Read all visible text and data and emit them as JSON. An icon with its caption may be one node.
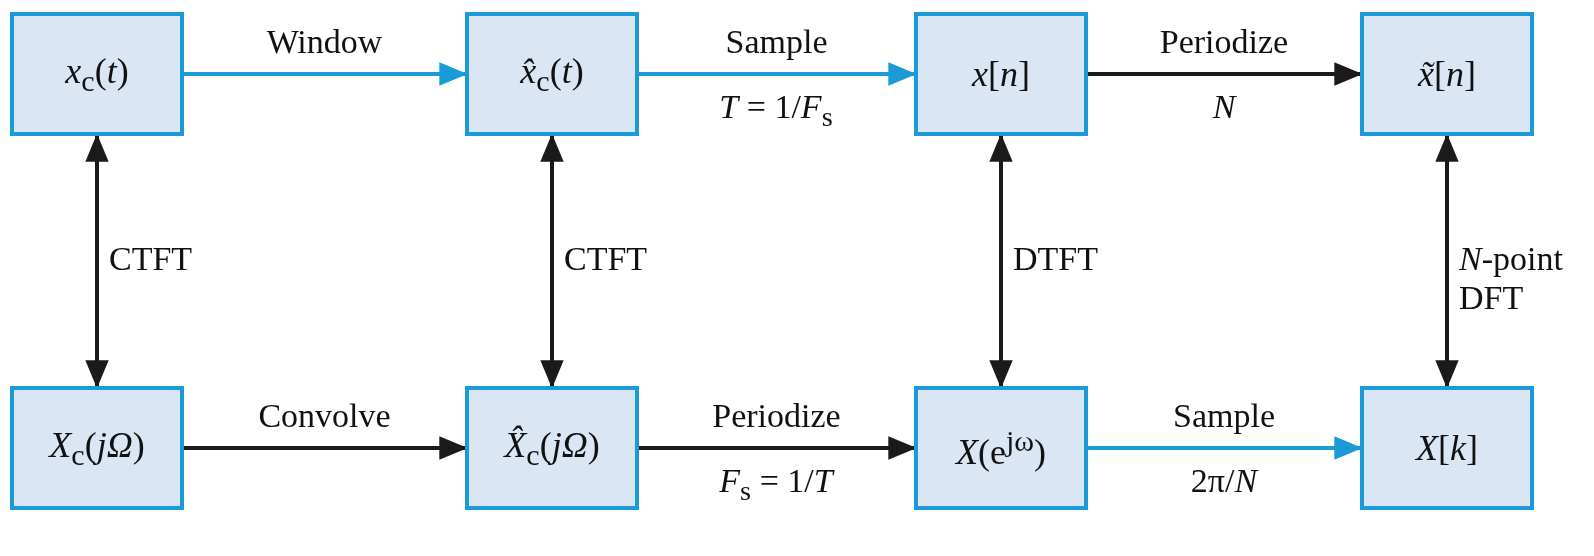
{
  "diagram": {
    "nodes": [
      {
        "text": [
          "*x*$_{c}$(*t*)"
        ]
      },
      {
        "text": [
          "*x̂*$_{c}$(*t*)"
        ]
      },
      {
        "text": [
          "*x*[*n*]"
        ]
      },
      {
        "text": [
          "*x̃*[*n*]"
        ]
      },
      {
        "text": [
          "*X*$_{c}$(*jΩ*)"
        ]
      },
      {
        "text": [
          "*X̂*$_{c}$(*jΩ*)"
        ]
      },
      {
        "text": [
          "*X*(e$^{jω}$)"
        ]
      },
      {
        "text": [
          "*X*[*k*]"
        ]
      }
    ],
    "edges": [
      {
        "from": 0,
        "to": 1,
        "arrow": "to",
        "label": "Window",
        "color": "#1a9ad6"
      },
      {
        "from": 1,
        "to": 2,
        "arrow": "to",
        "label": "Sample",
        "color": "#1a9ad6"
      },
      {
        "from": 2,
        "to": 3,
        "arrow": "to",
        "label": "Periodize"
      },
      {
        "from": 0,
        "to": 4,
        "arrow": "both",
        "label": "CTFT"
      },
      {
        "from": 1,
        "to": 5,
        "arrow": "both",
        "label": "CTFT"
      },
      {
        "from": 2,
        "to": 6,
        "arrow": "both",
        "label": "DTFT"
      },
      {
        "from": 3,
        "to": 7,
        "arrow": "both",
        "label": "*N*-point DFT"
      },
      {
        "from": 4,
        "to": 5,
        "arrow": "to",
        "label": "Convolve"
      },
      {
        "from": 5,
        "to": 6,
        "arrow": "to",
        "label": "Periodize"
      },
      {
        "from": 6,
        "to": 7,
        "arrow": "to",
        "label": "Sample",
        "color": "#1a9ad6"
      }
    ],
    "labels": [
      "*T* = 1/*F*$_{s}$",
      "*N*",
      "*F*$_{s}$ = 1/*T*",
      "2π/*N*"
    ]
  }
}
